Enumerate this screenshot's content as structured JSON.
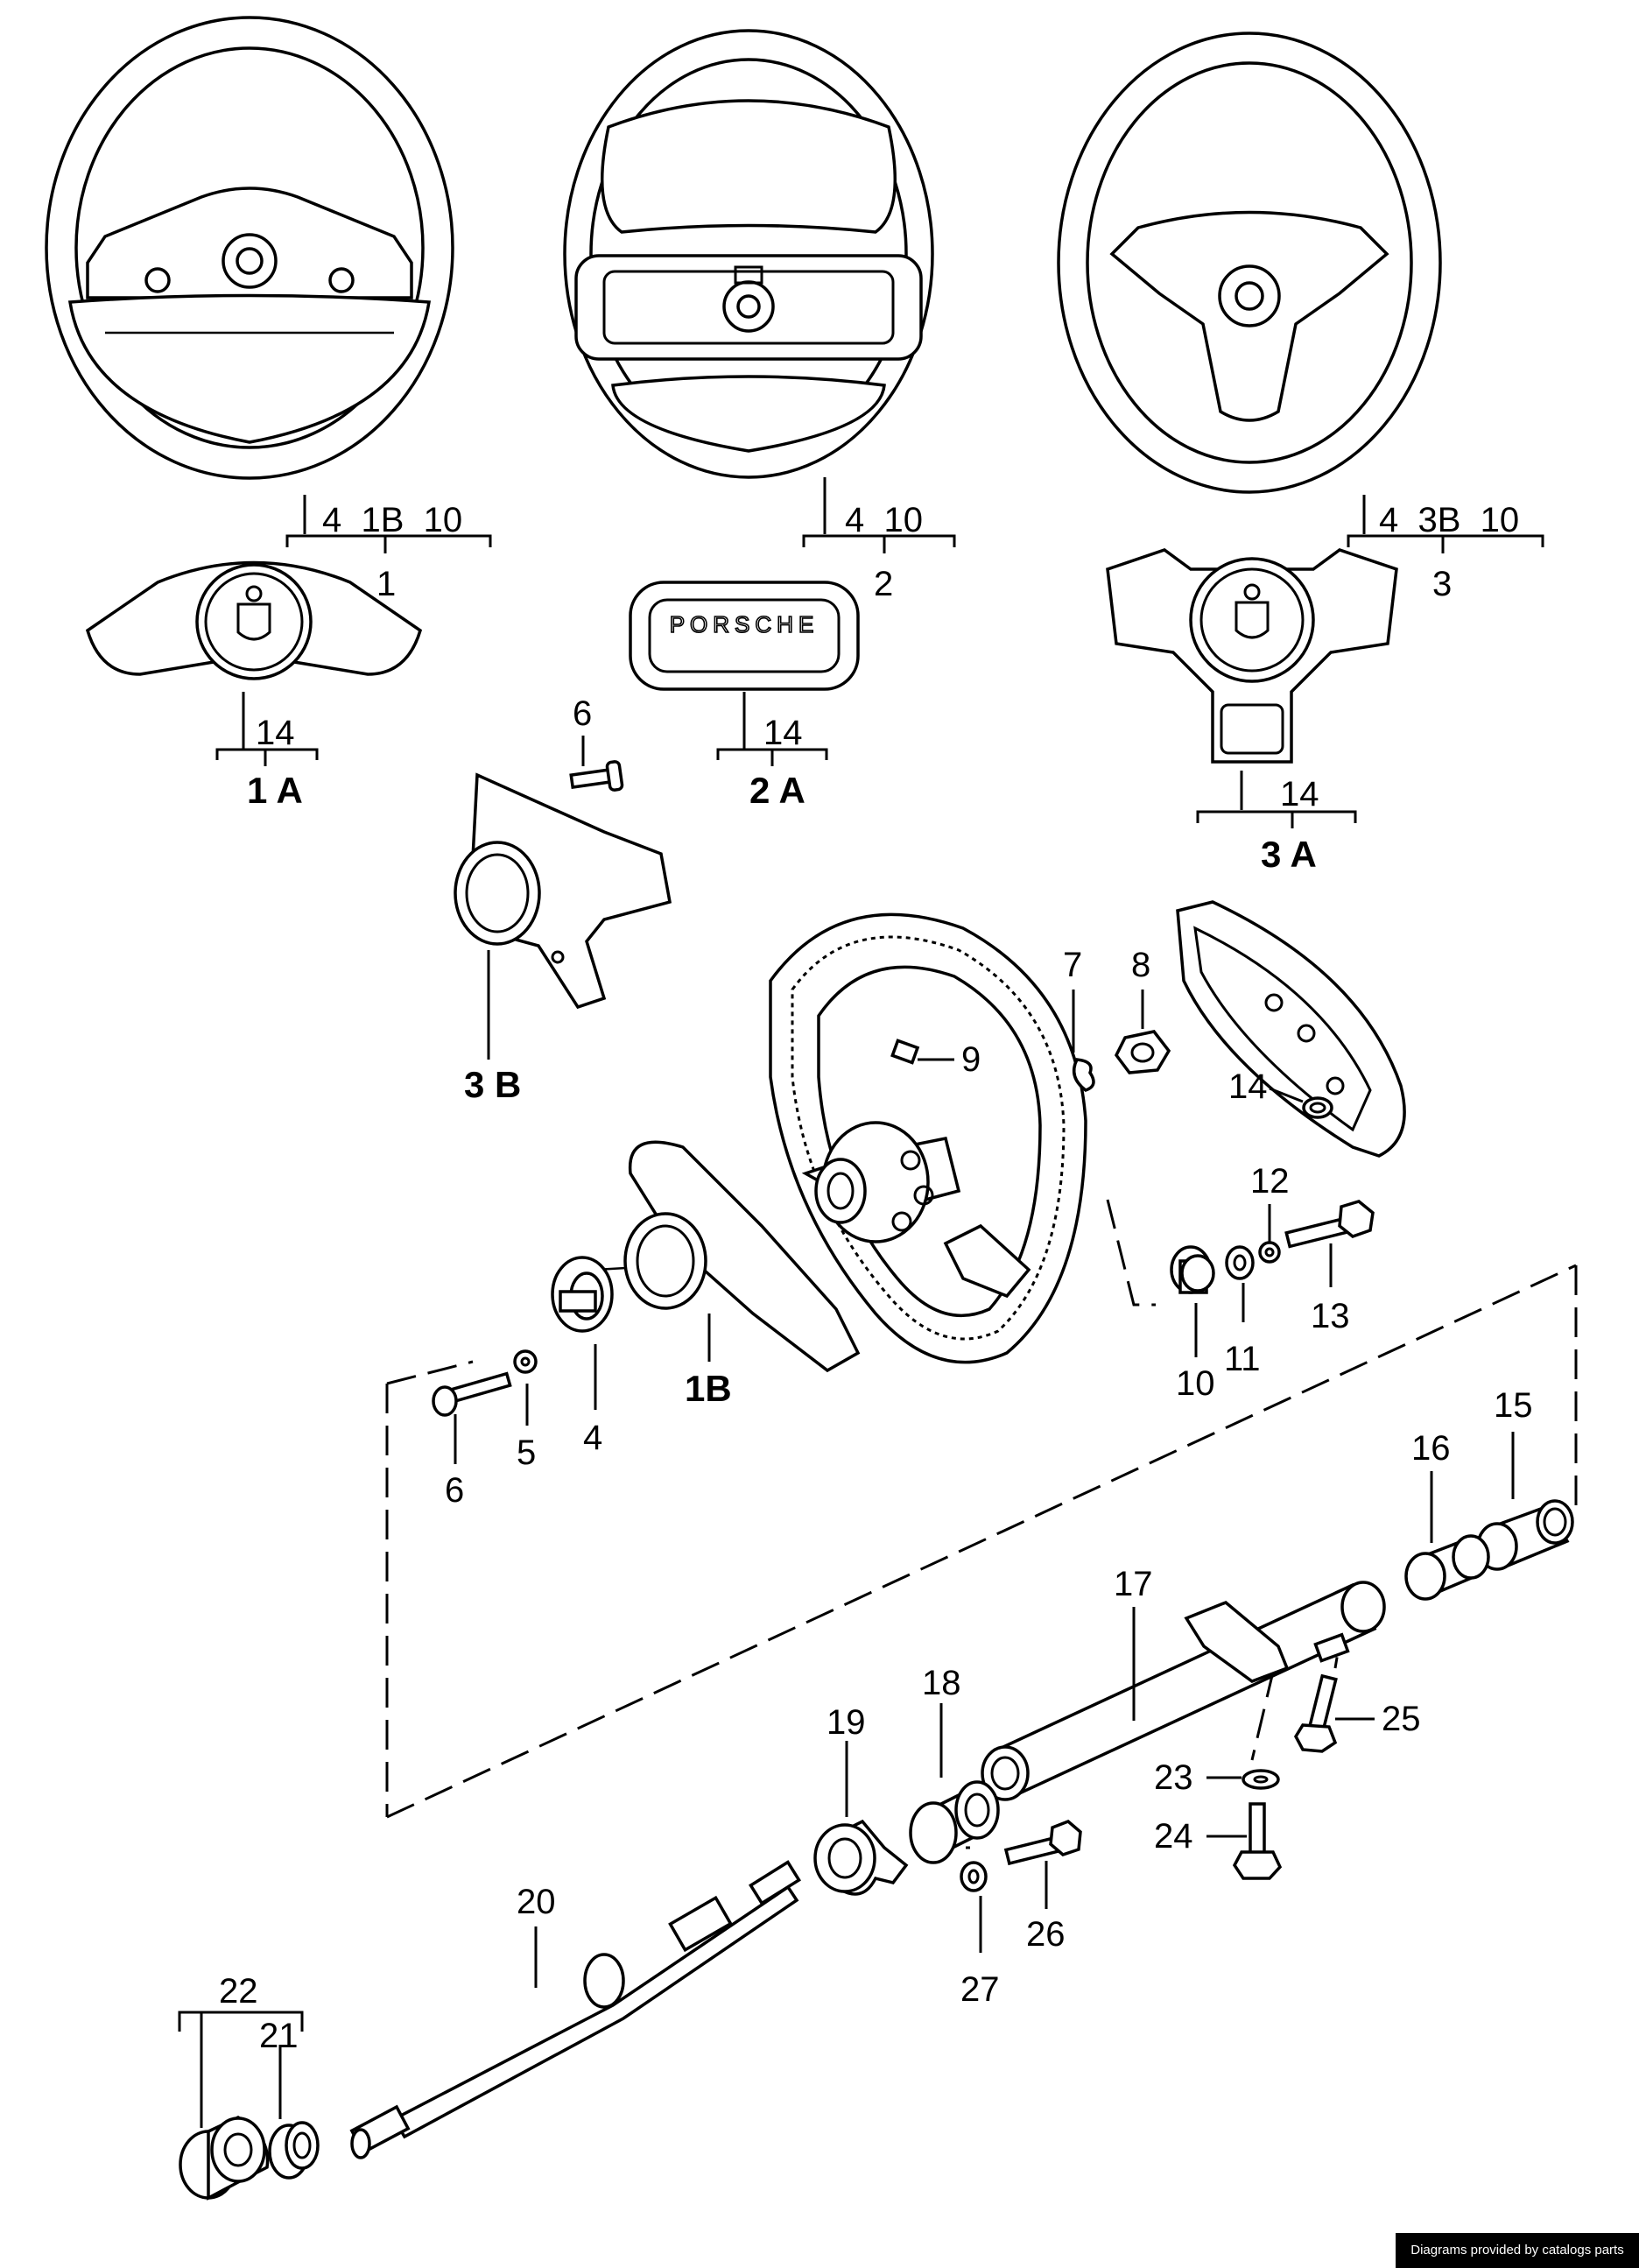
{
  "diagram": {
    "parts": [
      {
        "id": "1",
        "group": "4  1B  10"
      },
      {
        "id": "1A",
        "group": "14"
      },
      {
        "id": "1B"
      },
      {
        "id": "2",
        "group": "4  10"
      },
      {
        "id": "2A",
        "group": "14"
      },
      {
        "id": "3",
        "group": "4  3B  10"
      },
      {
        "id": "3A",
        "group": "14"
      },
      {
        "id": "3B"
      },
      {
        "id": "4"
      },
      {
        "id": "5"
      },
      {
        "id": "6"
      },
      {
        "id": "7"
      },
      {
        "id": "8"
      },
      {
        "id": "9"
      },
      {
        "id": "10"
      },
      {
        "id": "11"
      },
      {
        "id": "12"
      },
      {
        "id": "13"
      },
      {
        "id": "14"
      },
      {
        "id": "15"
      },
      {
        "id": "16"
      },
      {
        "id": "17"
      },
      {
        "id": "18"
      },
      {
        "id": "19"
      },
      {
        "id": "20"
      },
      {
        "id": "21"
      },
      {
        "id": "22"
      },
      {
        "id": "23"
      },
      {
        "id": "24"
      },
      {
        "id": "25"
      },
      {
        "id": "26"
      },
      {
        "id": "27"
      }
    ],
    "labels": {
      "g1": "4  1B  10",
      "n1": "1",
      "g1a": "14",
      "n1a": "1 A",
      "g2": "4  10",
      "n2": "2",
      "g2a": "14",
      "n2a": "2 A",
      "g3": "4  3B  10",
      "n3": "3",
      "g3a": "14",
      "n3a": "3 A",
      "n3b": "3 B",
      "n1b": "1B",
      "n4": "4",
      "n5": "5",
      "n6a": "6",
      "n6b": "6",
      "n7": "7",
      "n8": "8",
      "n9": "9",
      "n10": "10",
      "n11": "11",
      "n12": "12",
      "n13": "13",
      "n14": "14",
      "n15": "15",
      "n16": "16",
      "n17": "17",
      "n18": "18",
      "n19": "19",
      "n20": "20",
      "n21": "21",
      "n22": "22",
      "n23": "23",
      "n24": "24",
      "n25": "25",
      "n26": "26",
      "n27": "27"
    },
    "horn_pad_text": "PORSCHE"
  },
  "footer": {
    "credit": "Diagrams provided by catalogs parts"
  }
}
